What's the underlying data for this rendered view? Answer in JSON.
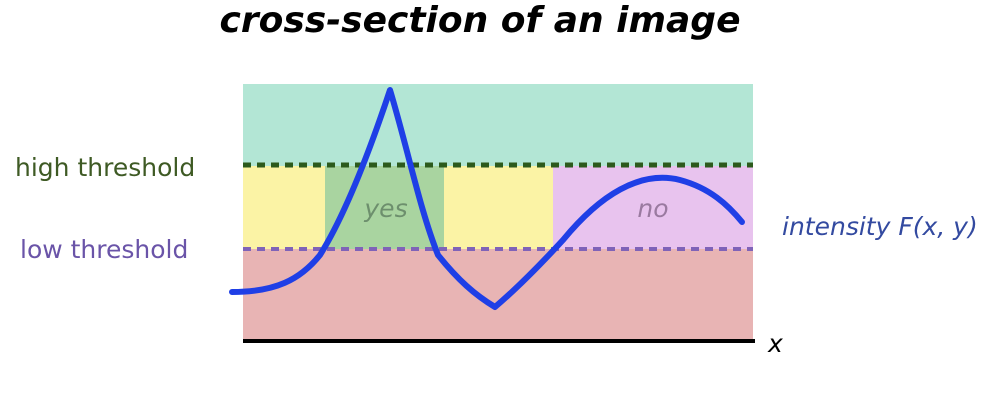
{
  "title": "cross-section of an image",
  "labels": {
    "high_threshold": "high threshold",
    "low_threshold": "low threshold",
    "intensity": "intensity F(x, y)",
    "x_axis": "x",
    "yes": "yes",
    "no": "no"
  },
  "colors": {
    "above_high_region": "#b3e6d5",
    "between_region": "#fbf3a5",
    "yes_region": "#a9d4a0",
    "no_region": "#e8c3ee",
    "below_low_region": "#e8b4b4",
    "high_threshold_line": "#2c5a1c",
    "low_threshold_line": "#7f63b8",
    "intensity_curve": "#1f3fe6",
    "high_label_text": "#3e5a24",
    "low_label_text": "#6a54a8",
    "intensity_label_text": "#334aa0",
    "axis": "#000000"
  }
}
